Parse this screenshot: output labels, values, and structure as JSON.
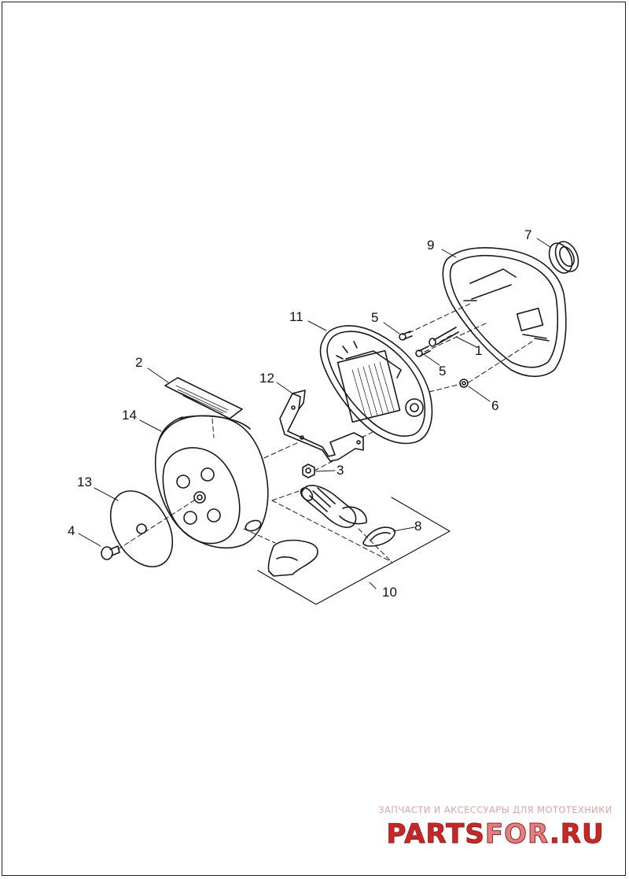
{
  "callouts": [
    {
      "id": "1",
      "label": "1"
    },
    {
      "id": "2",
      "label": "2"
    },
    {
      "id": "3",
      "label": "3"
    },
    {
      "id": "4",
      "label": "4"
    },
    {
      "id": "5a",
      "label": "5"
    },
    {
      "id": "5b",
      "label": "5"
    },
    {
      "id": "6",
      "label": "6"
    },
    {
      "id": "7",
      "label": "7"
    },
    {
      "id": "8",
      "label": "8"
    },
    {
      "id": "9",
      "label": "9"
    },
    {
      "id": "10",
      "label": "10"
    },
    {
      "id": "11",
      "label": "11"
    },
    {
      "id": "12",
      "label": "12"
    },
    {
      "id": "13",
      "label": "13"
    },
    {
      "id": "14",
      "label": "14"
    }
  ],
  "watermark": {
    "tagline": "ЗАПЧАСТИ И АКСЕССУАРЫ ДЛЯ МОТОТЕХНИКИ",
    "logo_part1": "PARTS",
    "logo_part2": "FOR",
    "logo_part3": ".RU"
  },
  "colors": {
    "line": "#1a1a1a",
    "watermark": "#c62828"
  }
}
